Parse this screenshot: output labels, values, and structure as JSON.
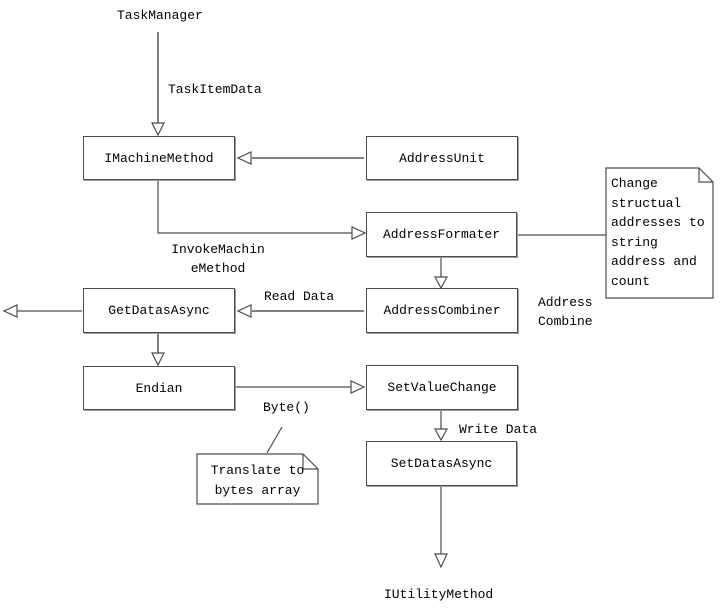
{
  "colors": {
    "background": "#ffffff",
    "box_fill": "#ffffff",
    "box_border": "#4d4d4d",
    "connector_thin": "#4d4d4d",
    "connector_thick": "#828282",
    "text": "#000000"
  },
  "nodes": {
    "taskManager": {
      "label": "TaskManager"
    },
    "iMachineMethod": {
      "label": "IMachineMethod"
    },
    "addressUnit": {
      "label": "AddressUnit"
    },
    "addressFormater": {
      "label": "AddressFormater"
    },
    "addressCombiner": {
      "label": "AddressCombiner"
    },
    "getDatasAsync": {
      "label": "GetDatasAsync"
    },
    "endian": {
      "label": "Endian"
    },
    "setValueChange": {
      "label": "SetValueChange"
    },
    "setDatasAsync": {
      "label": "SetDatasAsync"
    },
    "iUtilityMethod": {
      "label": "IUtilityMethod"
    }
  },
  "edge_labels": {
    "taskItemData": "TaskItemData",
    "invokeMachineMethod": "InvokeMachin\neMethod",
    "readData": "Read Data",
    "addressCombine": "Address\nCombine",
    "byte": "Byte()",
    "writeData": "Write Data"
  },
  "notes": {
    "changeStructural": {
      "text": "Change\nstructual\naddresses to\nstring\naddress and\ncount"
    },
    "translateBytes": {
      "text": "Translate to\nbytes array"
    }
  }
}
